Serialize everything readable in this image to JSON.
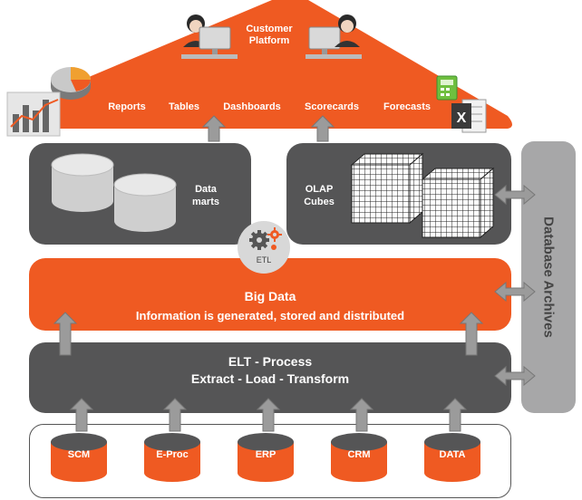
{
  "colors": {
    "orange": "#ef5a22",
    "dark_panel": "#555556",
    "archive_panel": "#a7a7a8",
    "arrow_fill": "#9b9b9b"
  },
  "top": {
    "customer_platform": "Customer Platform",
    "items": [
      "Reports",
      "Tables",
      "Dashboards",
      "Scorecards",
      "Forecasts"
    ]
  },
  "storage": {
    "data_marts": "Data marts",
    "olap_cubes": "OLAP Cubes"
  },
  "etl": {
    "label": "ETL"
  },
  "big_data": {
    "title": "Big Data",
    "subtitle": "Information is generated, stored and distributed"
  },
  "elt": {
    "title": "ELT - Process",
    "subtitle": "Extract - Load - Transform"
  },
  "archives": {
    "label": "Database Archives"
  },
  "sources": [
    "SCM",
    "E-Proc",
    "ERP",
    "CRM",
    "DATA"
  ]
}
